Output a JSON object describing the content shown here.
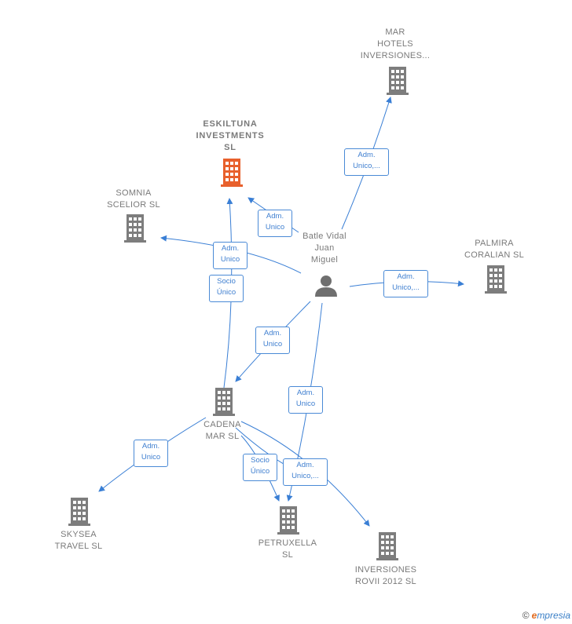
{
  "nodes": {
    "eskiltuna": {
      "label": "ESKILTUNA\nINVESTMENTS\nSL",
      "color": "#e8602c"
    },
    "mar_hotels": {
      "label": "MAR\nHOTELS\nINVERSIONES..."
    },
    "somnia": {
      "label": "SOMNIA\nSCELIOR  SL"
    },
    "palmira": {
      "label": "PALMIRA\nCORALIAN  SL"
    },
    "person": {
      "label": "Batle Vidal\nJuan\nMiguel"
    },
    "cadena": {
      "label": "CADENA\nMAR SL"
    },
    "skysea": {
      "label": "SKYSEA\nTRAVEL  SL"
    },
    "petruxella": {
      "label": "PETRUXELLA\nSL"
    },
    "inversiones_rovii": {
      "label": "INVERSIONES\nROVII 2012 SL"
    }
  },
  "edges": {
    "person_marhotels": "Adm.\nUnico,...",
    "person_eskiltuna": "Adm.\nUnico",
    "person_somnia": "Adm.\nUnico",
    "cadena_eskiltuna": "Socio\nÚnico",
    "person_palmira": "Adm.\nUnico,...",
    "person_cadena": "Adm.\nUnico",
    "person_petruxella": "Adm.\nUnico",
    "cadena_skysea": "Adm.\nUnico",
    "cadena_petruxella_socio": "Socio\nÚnico",
    "cadena_rovii": "Adm.\nUnico,..."
  },
  "colors": {
    "edge": "#3a7fd5",
    "building": "#7d7d7d",
    "focus_building": "#e8602c",
    "person": "#6f6f6f"
  },
  "footer": {
    "copyright": "©",
    "brand_first": "e",
    "brand_rest": "mpresia"
  }
}
